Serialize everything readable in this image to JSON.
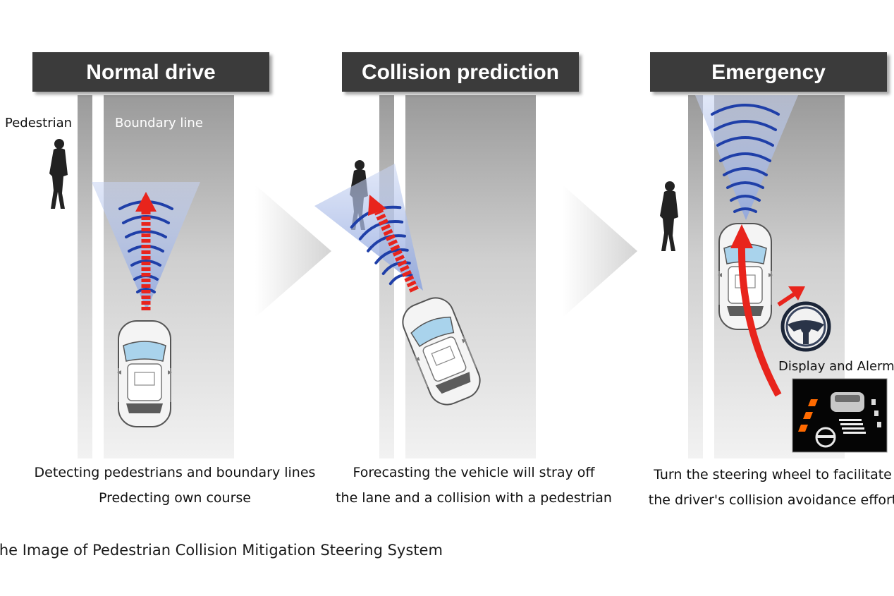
{
  "panels": [
    {
      "title": "Normal drive",
      "labels": {
        "pedestrian": "Pedestrian",
        "boundary": "Boundary line"
      },
      "description": [
        "Detecting pedestrians and boundary lines",
        "Predecting own course"
      ]
    },
    {
      "title": "Collision prediction",
      "description": [
        "Forecasting the vehicle will  stray off",
        "the lane and a collision with a pedestrian"
      ]
    },
    {
      "title": "Emergency",
      "labels": {
        "display_alarm": "Display and Alerm"
      },
      "description": [
        "Turn the steering wheel to facilitate",
        "the driver's collision avoidance effort"
      ]
    }
  ],
  "caption": "The Image of Pedestrian Collision Mitigation Steering System",
  "colors": {
    "title_bar": "#3a3a3a",
    "course_arrow": "#e8241c",
    "sensor_wave": "#1f3fa8",
    "sensor_cone": "#aebfe6",
    "road": "#c4c4c4",
    "lane_line": "#ffffff"
  }
}
